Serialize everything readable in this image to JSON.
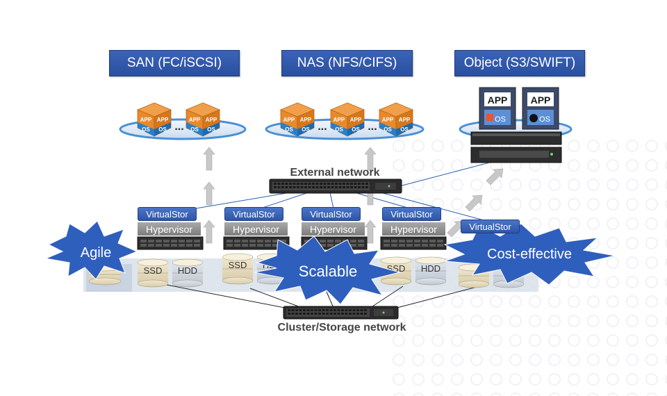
{
  "services": {
    "san": "SAN (FC/iSCSI)",
    "nas": "NAS (NFS/CIFS)",
    "object": "Object (S3/SWIFT)"
  },
  "networks": {
    "external": "External network",
    "cluster": "Cluster/Storage network"
  },
  "node_labels": {
    "virtualstor": "VirtualStor",
    "hypervisor": "Hypervisor",
    "ssd": "SSD",
    "hdd": "HDD"
  },
  "features": {
    "agile": "Agile",
    "scalable": "Scalable",
    "cost_effective": "Cost-effective"
  },
  "vm_labels": {
    "app": "APP",
    "os": "OS",
    "ellipsis": "..."
  },
  "colors": {
    "service_bg": "#2e55a5",
    "burst": "#2f5fbd",
    "virtualstor": "#3662b8",
    "hypervisor": "#8c8c8c",
    "vm_orange": "#e8892b",
    "vm_blue": "#2a7fc7"
  }
}
